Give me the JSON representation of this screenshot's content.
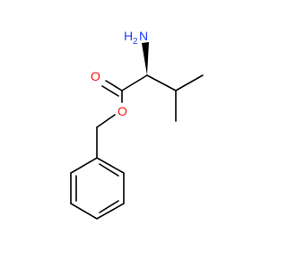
{
  "molecule": {
    "atoms": {
      "amine": {
        "symbol": "N",
        "hydrogens": "H",
        "h_count": "2",
        "color": "#1f3fff"
      },
      "ester_o": {
        "symbol": "O",
        "color": "#ff0d0d"
      },
      "carbonyl_o": {
        "symbol": "O",
        "color": "#ff0d0d"
      }
    },
    "bond_color": "#000000"
  }
}
